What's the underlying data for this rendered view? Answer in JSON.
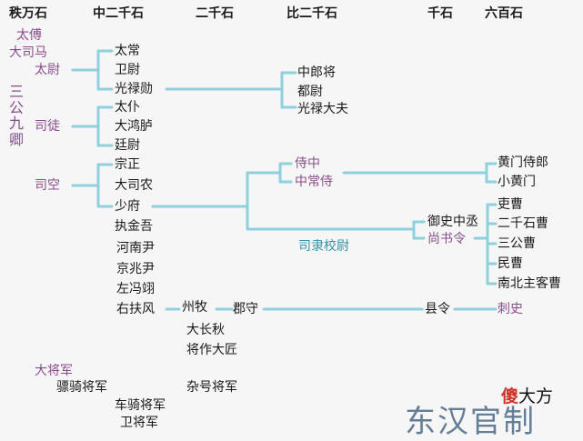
{
  "headers": {
    "h1": "秩万石",
    "h2": "中二千石",
    "h3": "二千石",
    "h4": "比二千石",
    "h5": "千石",
    "h6": "六百石"
  },
  "san_gong": {
    "taifu": "太傅",
    "dasima": "大司马",
    "taiwei": "太尉",
    "situ": "司徒",
    "sikong": "司空",
    "vertical": "三公九卿"
  },
  "jiu_qing": {
    "taichang": "太常",
    "weiwei": "卫尉",
    "guanglu": "光禄勋",
    "taipu": "太仆",
    "dahonglu": "大鸿胪",
    "tingwei": "廷尉",
    "zongzheng": "宗正",
    "dasinong": "大司农",
    "shaofu": "少府"
  },
  "capital": {
    "zhijinwu": "执金吾",
    "henanyin": "河南尹",
    "jingzhaoyin": "京兆尹",
    "zuopingyi": "左冯翊",
    "youfufeng": "右扶风"
  },
  "local": {
    "zhoumu": "州牧",
    "junshou": "郡守",
    "xianling": "县令"
  },
  "other2000": {
    "dachangqiu": "大长秋",
    "jiangzuo": "将作大匠",
    "zahao": "杂号将军"
  },
  "guanglu_sub": {
    "zhonglang": "中郎将",
    "duwei": "都尉",
    "guangludafu": "光禄大夫"
  },
  "shaofu_sub": {
    "shizhong": "侍中",
    "zhongchangshi": "中常侍",
    "silixiaowei": "司隶校尉",
    "yushizhongcheng": "御史中丞",
    "shangshuling": "尚书令"
  },
  "liubai": {
    "huangmenshilang": "黄门侍郎",
    "xiaohuangmen": "小黄门",
    "licao": "吏曹",
    "erqianshicao": "二千石曹",
    "sangongcao": "三公曹",
    "mincao": "民曹",
    "nanbeizhukecao": "南北主客曹",
    "cishi": "刺史"
  },
  "generals": {
    "dajiangjun": "大将军",
    "piaoqi": "骠骑将军",
    "cheqi": "车骑将军",
    "weijiang": "卫将军"
  },
  "watermark": {
    "title": "东汉官制",
    "logo_red": "傻",
    "logo_rest": "大方"
  }
}
